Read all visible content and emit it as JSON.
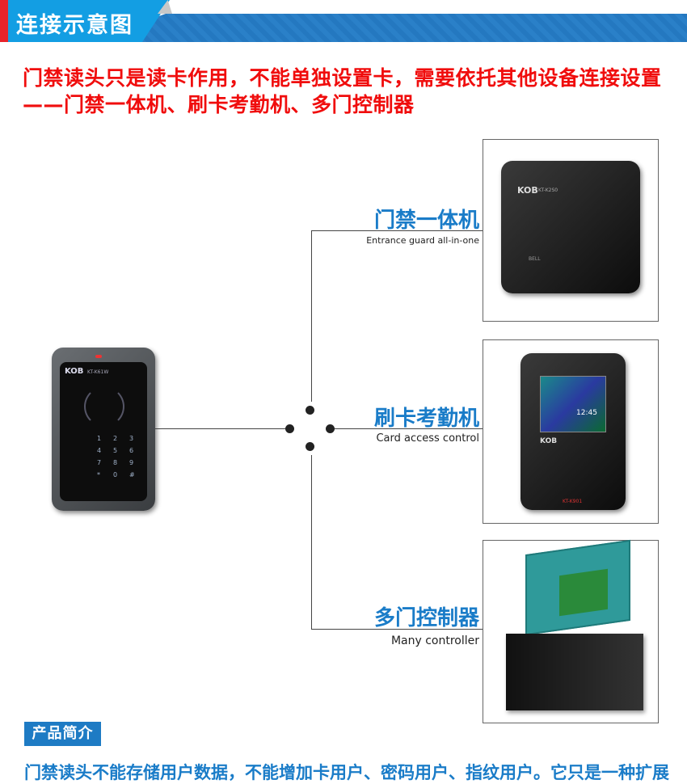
{
  "header": {
    "title": "连接示意图"
  },
  "notice": {
    "line1": "门禁读头只是读卡作用，不能单独设置卡，需要依托其他设备连接设置",
    "line2": "——门禁一体机、刷卡考勤机、多门控制器"
  },
  "branches": [
    {
      "title": "门禁一体机",
      "subtitle": "Entrance guard all-in-one"
    },
    {
      "title": "刷卡考勤机",
      "subtitle": "Card access control"
    },
    {
      "title": "多门控制器",
      "subtitle": "Many controller"
    }
  ],
  "devices": {
    "brand": "KOB",
    "reader_model": "KT-K61W",
    "allinone_model": "KT-K2S0",
    "bell": "BELL",
    "attendance_model": "KT-K901",
    "time": "12:45",
    "keys": [
      "1",
      "2",
      "3",
      "4",
      "5",
      "6",
      "7",
      "8",
      "9",
      "*",
      "0",
      "#"
    ]
  },
  "intro": {
    "button": "产品简介",
    "text": "门禁读头不能存储用户数据，不能增加卡用户、密码用户、指纹用户。它只是一种扩展"
  },
  "colors": {
    "red": "#f00d0d",
    "blue": "#1a7cc8",
    "header_blue": "#139ee3"
  }
}
